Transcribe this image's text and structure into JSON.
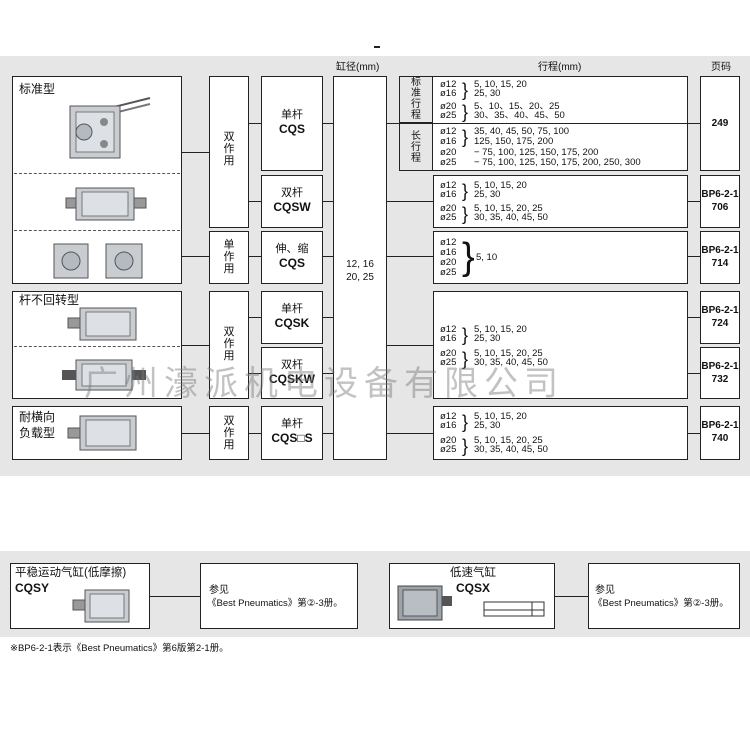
{
  "header": {
    "bore_label": "缸径(mm)",
    "stroke_label": "行程(mm)",
    "page_label": "页码"
  },
  "categories": {
    "standard": "标准型",
    "non_rotating": "杆不回转型",
    "lateral_load": [
      "耐横向",
      "负载型"
    ]
  },
  "actions": {
    "double_1": [
      "双",
      "作",
      "用"
    ],
    "single": [
      "单",
      "作",
      "用"
    ],
    "double_2": [
      "双",
      "作",
      "用"
    ],
    "double_3": [
      "双",
      "作",
      "用"
    ]
  },
  "series": {
    "cqs": {
      "name": "单杆",
      "code": "CQS"
    },
    "cqsw": {
      "name": "双杆",
      "code": "CQSW"
    },
    "cqs_single": {
      "name": "伸、缩",
      "code": "CQS"
    },
    "cqsk": {
      "name": "单杆",
      "code": "CQSK"
    },
    "cqskw": {
      "name": "双杆",
      "code": "CQSKW"
    },
    "cqs_s": {
      "name": "单杆",
      "code": "CQS□S"
    }
  },
  "bore": {
    "line1": "12, 16",
    "line2": "20, 25"
  },
  "stroke_types": {
    "standard": [
      "标",
      "准",
      "行",
      "程"
    ],
    "long": [
      "长",
      "行",
      "程"
    ]
  },
  "strokes": {
    "cqs_std": {
      "a_bores": [
        "ø12",
        "ø16"
      ],
      "a_values": [
        "5, 10, 15, 20",
        "25, 30"
      ],
      "b_bores": [
        "ø20",
        "ø25"
      ],
      "b_values": [
        "5、10、15、20、25",
        "30、35、40、45、50"
      ]
    },
    "cqs_long": {
      "rows": [
        [
          "ø12",
          "35, 40, 45, 50, 75, 100"
        ],
        [
          "ø16",
          "125, 150, 175, 200"
        ],
        [
          "ø20",
          "− 75, 100, 125, 150, 175, 200"
        ],
        [
          "ø25",
          "− 75, 100, 125, 150, 175, 200, 250, 300"
        ]
      ]
    },
    "cqsw": {
      "a_bores": [
        "ø12",
        "ø16"
      ],
      "a_values": [
        "5, 10, 15, 20",
        "25, 30"
      ],
      "b_bores": [
        "ø20",
        "ø25"
      ],
      "b_values": [
        "5, 10, 15, 20, 25",
        "30, 35, 40, 45, 50"
      ]
    },
    "single": {
      "bores": [
        "ø12",
        "ø16",
        "ø20",
        "ø25"
      ],
      "values": "5, 10"
    },
    "cqsk": {
      "a_bores": [
        "ø12",
        "ø16"
      ],
      "a_values": [
        "5, 10, 15, 20",
        "25, 30"
      ],
      "b_bores": [
        "ø20",
        "ø25"
      ],
      "b_values": [
        "5, 10, 15, 20, 25",
        "30, 35, 40, 45, 50"
      ]
    },
    "cqs_s": {
      "a_bores": [
        "ø12",
        "ø16"
      ],
      "a_values": [
        "5, 10, 15, 20",
        "25, 30"
      ],
      "b_bores": [
        "ø20",
        "ø25"
      ],
      "b_values": [
        "5, 10, 15, 20, 25",
        "30, 35, 40, 45, 50"
      ]
    }
  },
  "pages": {
    "p1": "249",
    "p2": [
      "BP6-2-1",
      "706"
    ],
    "p3": [
      "BP6-2-1",
      "714"
    ],
    "p4": [
      "BP6-2-1",
      "724"
    ],
    "p5": [
      "BP6-2-1",
      "732"
    ],
    "p6": [
      "BP6-2-1",
      "740"
    ]
  },
  "watermark": "广州濠派机电设备有限公司",
  "bottom": {
    "cqsy_title": "平稳运动气缸(低摩擦)",
    "cqsy_code": "CQSY",
    "cqsy_ref": [
      "参见",
      "《Best Pneumatics》第②-3册。"
    ],
    "cqsx_title": "低速气缸",
    "cqsx_code": "CQSX",
    "cqsx_ref": [
      "参见",
      "《Best Pneumatics》第②-3册。"
    ]
  },
  "footnote": "※BP6-2-1表示《Best Pneumatics》第6版第2-1册。"
}
